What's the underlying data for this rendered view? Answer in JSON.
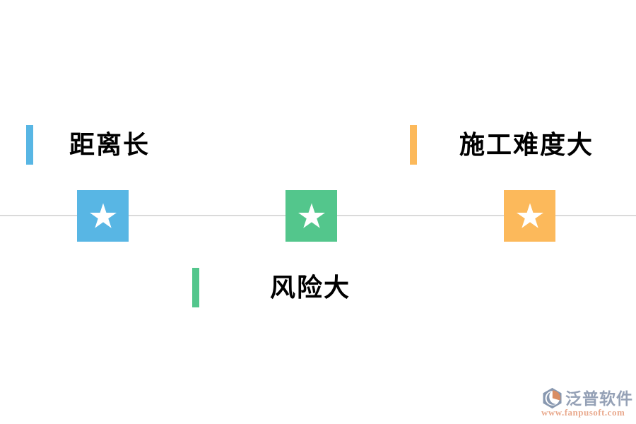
{
  "page": {
    "background": "#ffffff",
    "line_color": "#dadada",
    "text_color": "#000000"
  },
  "diagram": {
    "type": "milestone-timeline",
    "milestones": [
      {
        "name": "distance",
        "label": "距离长",
        "color": "#58b6e4",
        "marker": "star",
        "label_position": "above-left"
      },
      {
        "name": "risk",
        "label": "风险大",
        "color": "#53c68c",
        "marker": "star",
        "label_position": "below-center"
      },
      {
        "name": "difficulty",
        "label": "施工难度大",
        "color": "#fcb95b",
        "marker": "star",
        "label_position": "above-right"
      }
    ],
    "marker_icon": "star-icon",
    "marker_star_color": "#ffffff"
  },
  "watermark": {
    "brand": "泛普软件",
    "url": "www.fanpusoft.com",
    "brand_color": "#95a1b6",
    "url_color": "#e9a98d",
    "icon": "fanpu-logo-icon"
  }
}
